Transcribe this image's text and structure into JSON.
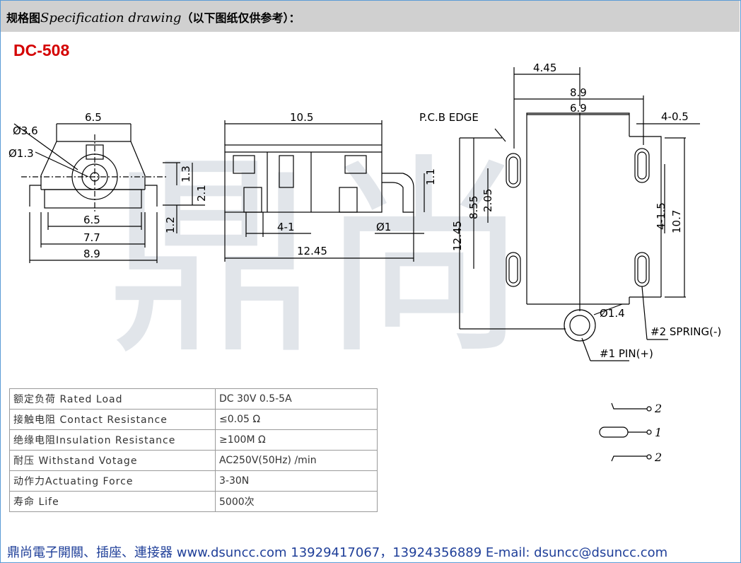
{
  "header": {
    "prefix_cn": "规格图",
    "title_en": "Specification drawing",
    "suffix_cn": "（以下图纸仅供参考）："
  },
  "model": "DC-508",
  "watermark": "鼎尚",
  "dimensions": {
    "front": [
      "6.5",
      "Ø3.6",
      "Ø1.3",
      "1.3",
      "2.1",
      "1.2",
      "6.5",
      "7.7",
      "8.9"
    ],
    "side": [
      "10.5",
      "4-1",
      "Ø1",
      "1.1",
      "12.45"
    ],
    "pcb": [
      "4.45",
      "8.9",
      "6.9",
      "4-0.5",
      "P.C.B EDGE",
      "2.05",
      "8.55",
      "12.45",
      "4-1.5",
      "10.7",
      "Ø1.4",
      "#2 SPRING(-)",
      "#1 PIN(+)"
    ]
  },
  "specs": [
    {
      "key": "额定负荷 Rated Load",
      "value": "DC 30V 0.5-5A"
    },
    {
      "key": "接触电阻 Contact Resistance",
      "value": "≤0.05 Ω"
    },
    {
      "key": "绝缘电阻Insulation Resistance",
      "value": "≥100M Ω"
    },
    {
      "key": "耐压 Withstand Votage",
      "value": "AC250V(50Hz) /min"
    },
    {
      "key": "动作力Actuating  Force",
      "value": "3-30N"
    },
    {
      "key": "寿命   Life",
      "value": "5000次"
    }
  ],
  "schematic": {
    "labels": [
      "2",
      "1",
      "2"
    ]
  },
  "footer": "鼎尚電子開關、插座、連接器   www.dsuncc.com   13929417067，13924356889  E-mail: dsuncc@dsuncc.com"
}
